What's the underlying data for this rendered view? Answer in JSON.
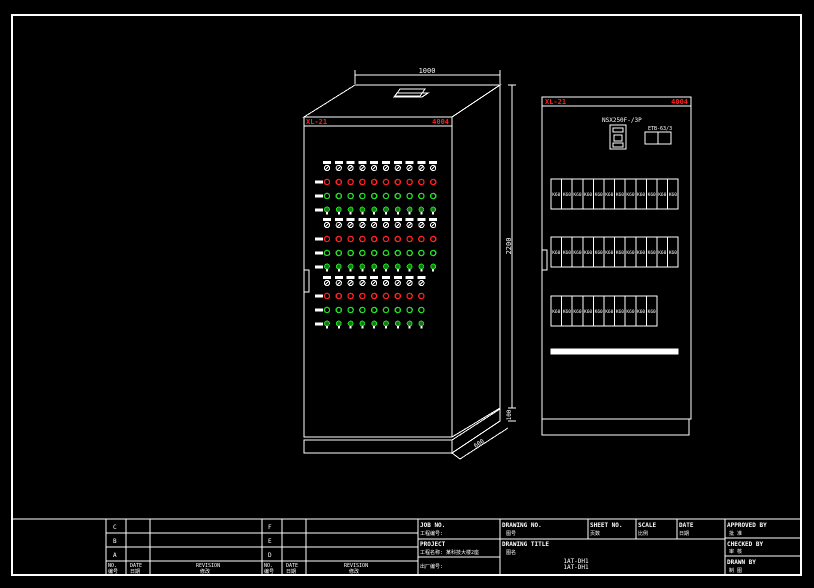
{
  "drawing": {
    "background": "#000000",
    "line_color": "#ffffff",
    "red_color": "#ff2020",
    "green_color": "#22dd22"
  },
  "front_view": {
    "width_dim": "1000",
    "height_dim": "2200",
    "base_dim": "100",
    "depth_dim": "600",
    "panel_id": "XL-21",
    "panel_tag": "4004",
    "indicator_rows": [
      {
        "type": "switch",
        "count": 10
      },
      {
        "type": "red",
        "count": 10
      },
      {
        "type": "green",
        "count": 10
      },
      {
        "type": "lamp",
        "count": 10
      },
      {
        "type": "switch",
        "count": 10
      },
      {
        "type": "red",
        "count": 10
      },
      {
        "type": "green",
        "count": 10
      },
      {
        "type": "lamp",
        "count": 10
      },
      {
        "type": "switch",
        "count": 9
      },
      {
        "type": "red",
        "count": 9
      },
      {
        "type": "green",
        "count": 9
      },
      {
        "type": "lamp",
        "count": 9
      }
    ]
  },
  "inside_view": {
    "panel_id": "XL-21",
    "panel_tag": "4004",
    "main_breaker": "NSX250F-/3P",
    "meter": "ETB-63/3",
    "breaker_label": "K60",
    "breaker_rows": [
      {
        "count": 12
      },
      {
        "count": 12
      },
      {
        "count": 10
      }
    ]
  },
  "title_block": {
    "revision_rows": [
      "C",
      "B",
      "A"
    ],
    "revision_rows_right": [
      "F",
      "E",
      "D"
    ],
    "rev_no_label": "NO.",
    "rev_no_cn": "编号",
    "date_label": "DATE",
    "date_cn": "日期",
    "revision_label": "REVISION",
    "revision_cn": "修改",
    "job_no_label": "JOB NO.",
    "job_no_cn": "工程编号:",
    "project_label": "PROJECT",
    "project_value": "工程名称: 某科技大楼2座",
    "factory_no": "出厂编号:",
    "drawing_no_label": "DRAWING NO.",
    "drawing_no_cn": "图号",
    "drawing_title_label": "DRAWING TITLE",
    "drawing_title_cn": "图名",
    "drawing_title_value_1": "1AT-DH1",
    "drawing_title_value_2": "1AT-DH1",
    "sheet_no_label": "SHEET NO.",
    "sheet_no_cn": "页数",
    "scale_label": "SCALE",
    "scale_cn": "比例",
    "date2_label": "DATE",
    "date2_cn": "日期",
    "approved_label": "APPROVED BY",
    "approved_cn": "批 准",
    "checked_label": "CHECKED BY",
    "checked_cn": "审 核",
    "drawn_label": "DRAWN BY",
    "drawn_cn": "制 图"
  }
}
